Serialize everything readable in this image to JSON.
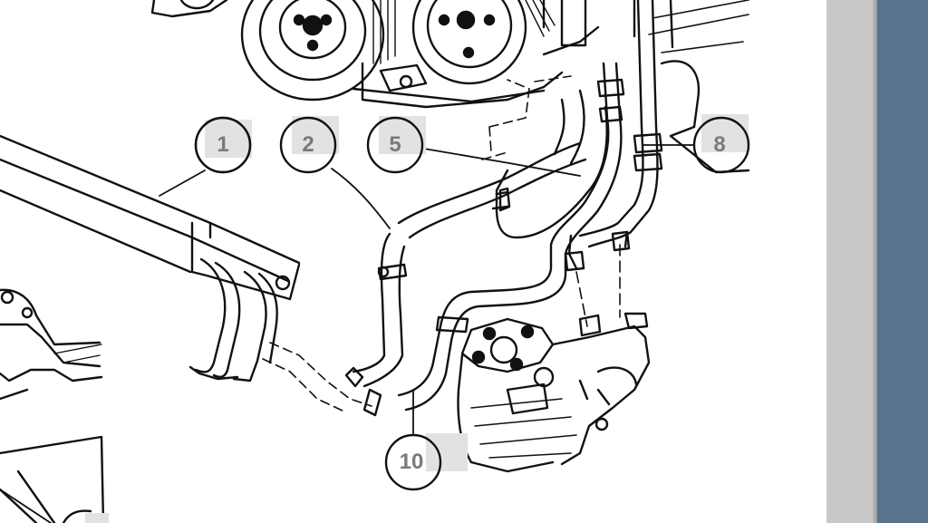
{
  "diagram": {
    "callouts": [
      {
        "id": "c1",
        "label": "1"
      },
      {
        "id": "c2",
        "label": "2"
      },
      {
        "id": "c5",
        "label": "5"
      },
      {
        "id": "c8",
        "label": "8"
      },
      {
        "id": "c10",
        "label": "10"
      }
    ]
  },
  "colors": {
    "line": "#111111",
    "callout_text": "#7a7a7a",
    "callout_tag": "#e2e2e2",
    "gutter": "#c8c8c8",
    "side_panel": "#58738b"
  }
}
